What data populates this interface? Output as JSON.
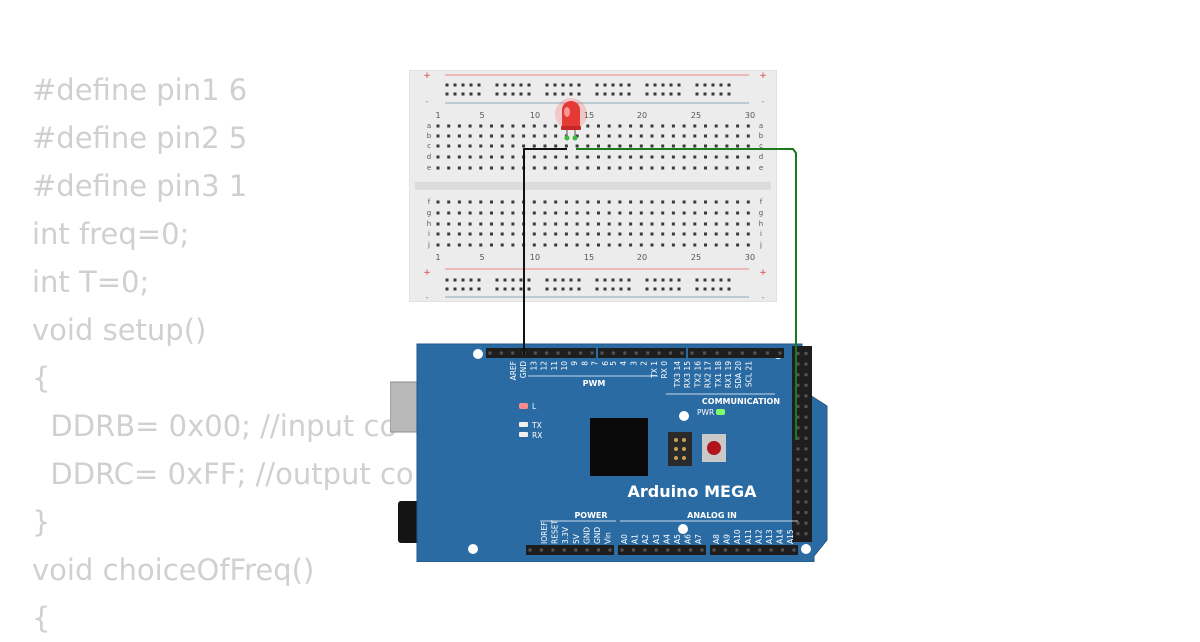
{
  "code": {
    "lines": [
      "#define pin1 6",
      "#define pin2 5",
      "#define pin3 1",
      "int freq=0;",
      "int T=0;",
      "void setup()",
      "{",
      "  DDRB= 0x00; //input co",
      "  DDRC= 0xFF; //output co",
      "}",
      "void choiceOfFreq()",
      "{"
    ]
  },
  "breadboard": {
    "rail_plus": "+",
    "rail_minus": "-",
    "column_numbers": [
      "1",
      "5",
      "10",
      "15",
      "20",
      "25",
      "30"
    ],
    "top_rows": [
      "a",
      "b",
      "c",
      "d",
      "e"
    ],
    "bottom_rows": [
      "f",
      "g",
      "h",
      "i",
      "j"
    ]
  },
  "led": {
    "color": "#e53935",
    "state": "on"
  },
  "arduino": {
    "name": "Arduino MEGA",
    "board_color": "#2b6ba3",
    "power_led_label": "PWR",
    "led_l_label": "L",
    "tx_label": "TX",
    "rx_label": "RX",
    "pwm_label": "PWM",
    "communication_label": "COMMUNICATION",
    "power_label": "POWER",
    "analog_label": "ANALOG IN",
    "digital_pins": [
      "AREF",
      "GND",
      "13",
      "12",
      "11",
      "10",
      "9",
      "8",
      "7",
      "6",
      "5",
      "4",
      "3",
      "2",
      "TX 1",
      "RX 0",
      "TX3 14",
      "RX3 15",
      "TX2 16",
      "RX2 17",
      "TX1 18",
      "RX1 19",
      "SDA 20",
      "SCL 21"
    ],
    "power_pins": [
      "IOREF",
      "RESET",
      "3.3V",
      "5V",
      "GND",
      "GND",
      "Vin"
    ],
    "analog_pins": [
      "A0",
      "A1",
      "A2",
      "A3",
      "A4",
      "A5",
      "A6",
      "A7",
      "A8",
      "A9",
      "A10",
      "A11",
      "A12",
      "A13",
      "A14",
      "A15"
    ]
  },
  "wires": [
    {
      "name": "gnd-wire",
      "color": "#111111"
    },
    {
      "name": "signal-wire",
      "color": "#1b7a1b"
    }
  ]
}
